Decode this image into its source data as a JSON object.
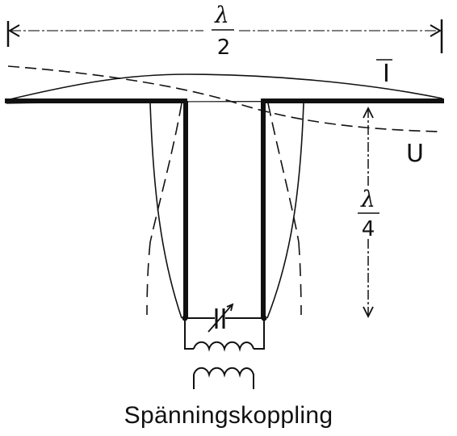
{
  "labels": {
    "half_wave_num": "λ",
    "half_wave_den": "2",
    "current": "I",
    "voltage": "U",
    "quarter_wave_num": "λ",
    "quarter_wave_den": "4"
  },
  "caption": "Spänningskoppling"
}
